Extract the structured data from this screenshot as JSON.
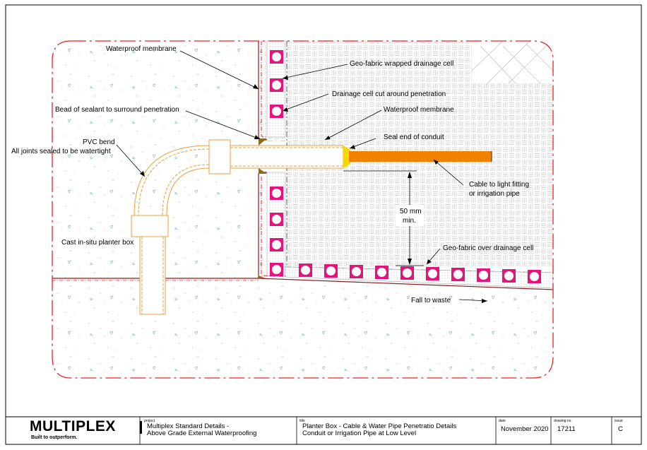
{
  "labels": {
    "waterproof_membrane_left": "Waterproof membrane",
    "geo_fabric_wrapped": "Geo-fabric wrapped drainage cell",
    "drainage_cell_cut": "Drainage cell cut around penetration",
    "bead_of_sealant": "Bead of sealant to surround penetration",
    "waterproof_membrane_right": "Waterproof membrane",
    "seal_end_of_conduit": "Seal end of conduit",
    "pvc_bend": "PVC bend",
    "joints_sealed": "All joints sealed to be watertight",
    "cable_to_light_line1": "Cable to light fitting",
    "cable_to_light_line2": "or irrigation pipe",
    "dimension_line1": "50 mm",
    "dimension_line2": "min.",
    "cast_in_situ": "Cast in-situ planter box",
    "geo_fabric_over": "Geo-fabric over drainage cell",
    "fall_to_waste": "Fall to waste"
  },
  "title_block": {
    "brand": "MULTIPLEX",
    "tagline": "Built to outperform.",
    "project_caption": "project",
    "project_line1": "Multiplex Standard Details -",
    "project_line2": "Above Grade External Waterproofing",
    "title_caption": "title",
    "title_line1": "Planter Box - Cable & Water Pipe Penetratio Details",
    "title_line2": "Conduit or Irrigation Pipe at Low Level",
    "date_caption": "date",
    "date_value": "November 2020",
    "drawing_caption": "drawing no.",
    "drawing_value": "17211",
    "issue_caption": "issue",
    "issue_value": "C"
  },
  "colors": {
    "cutline": "#e0242a",
    "drainage_cell": "#e6137d",
    "pipe": "#e8a040",
    "cable": "#f08200",
    "sealant": "#8a6a20",
    "membrane": "#8a1a1a"
  }
}
